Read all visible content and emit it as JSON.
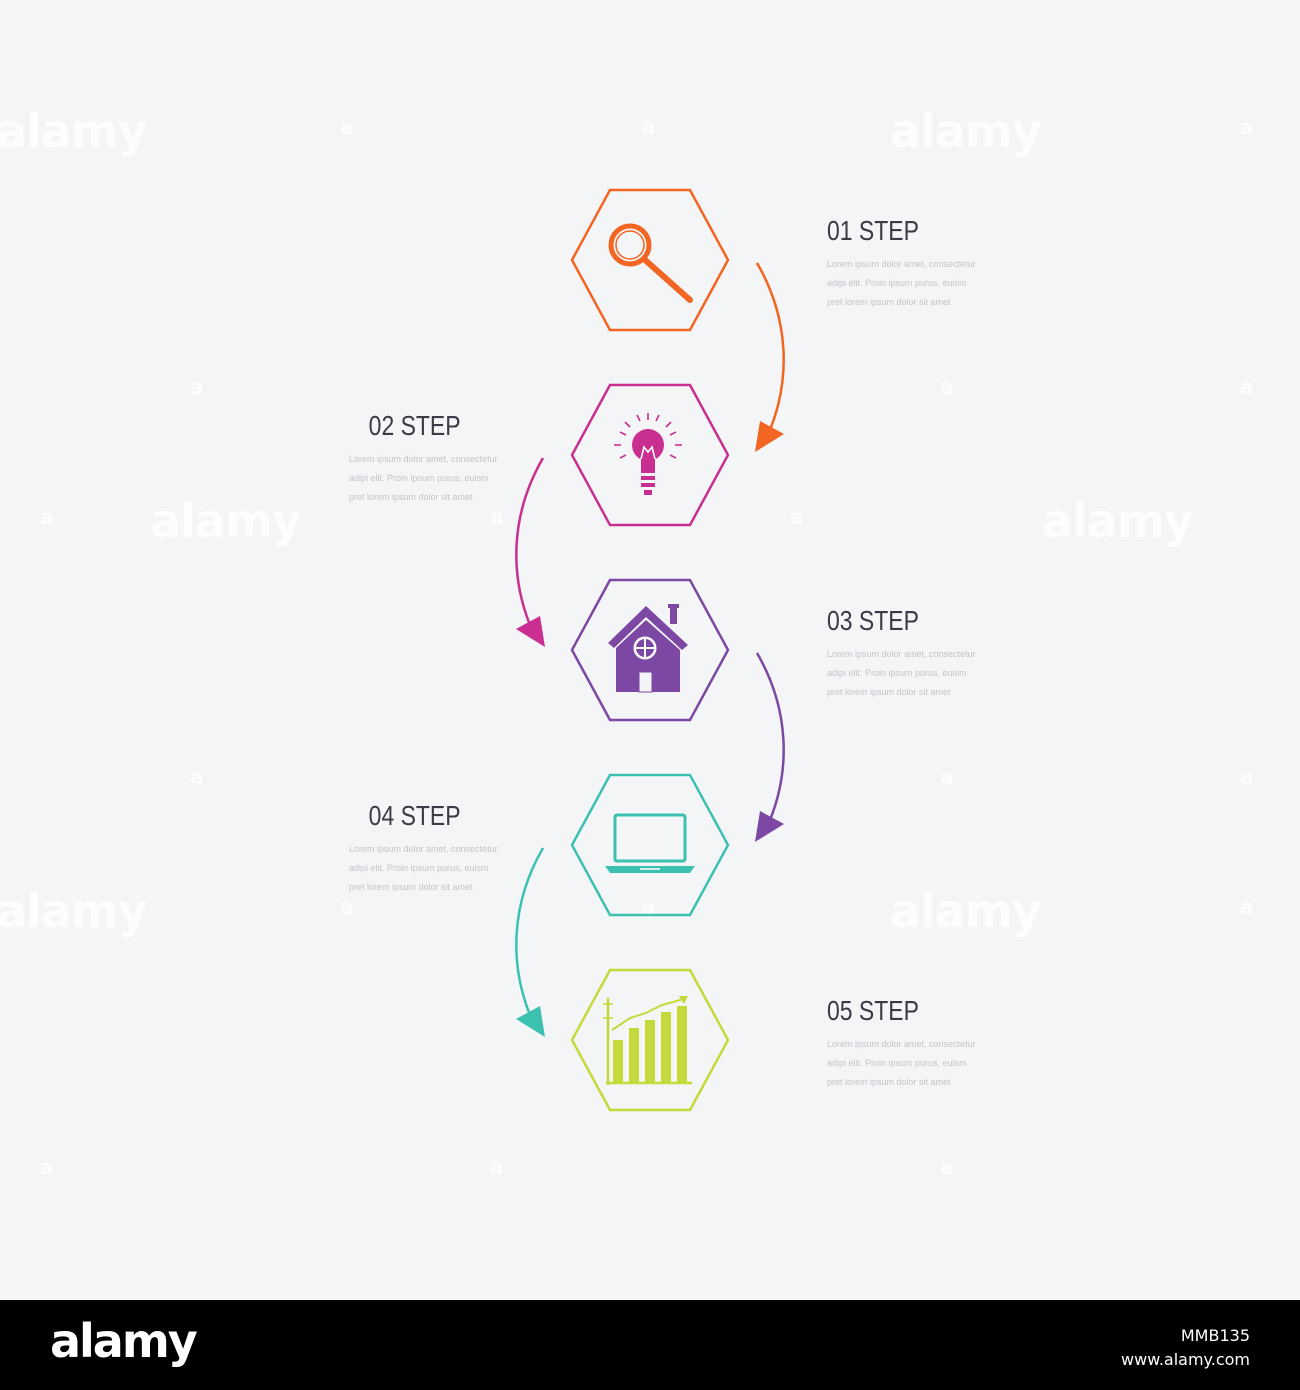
{
  "watermark": {
    "text": "alamy",
    "mark": "a"
  },
  "steps": [
    {
      "number": "01 STEP",
      "text": "Lorem ipsum dolor amet, consectetur adipi elit. Proin ipsum purus, euism pret lorem ipsum dolor sit amet",
      "color": "#f26522",
      "icon": "magnifier-icon"
    },
    {
      "number": "02 STEP",
      "text": "Lorem ipsum dolor amet, consectetur adipi elit. Proin ipsum purus, euism pret lorem ipsum dolor sit amet",
      "color": "#c92f91",
      "icon": "lightbulb-icon"
    },
    {
      "number": "03 STEP",
      "text": "Lorem ipsum dolor amet, consectetur adipi elit. Proin ipsum purus, euism pret lorem ipsum dolor sit amet",
      "color": "#7d48a3",
      "icon": "house-icon"
    },
    {
      "number": "04 STEP",
      "text": "Lorem ipsum dolor amet, consectetur adipi elit. Proin ipsum purus, euism pret lorem ipsum dolor sit amet",
      "color": "#3cc1b1",
      "icon": "laptop-icon"
    },
    {
      "number": "05 STEP",
      "text": "Lorem ipsum dolor amet, consectetur adipi elit. Proin ipsum purus, euism pret lorem ipsum dolor sit amet",
      "color": "#c6d93a",
      "icon": "growth-chart-icon"
    }
  ],
  "footer": {
    "logo": "alamy",
    "image_id": "MMB135",
    "site": "www.alamy.com"
  }
}
